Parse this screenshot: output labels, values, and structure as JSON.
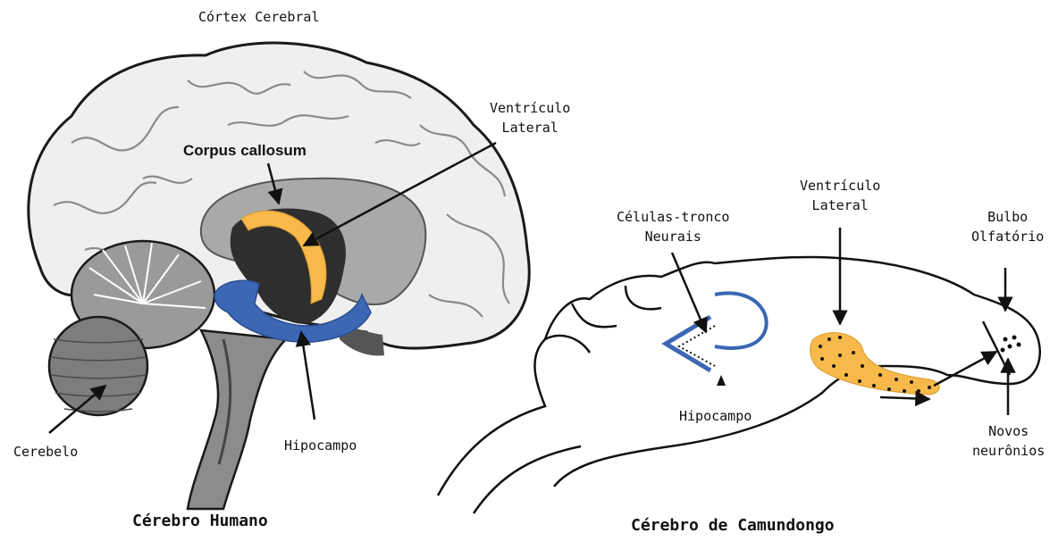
{
  "human": {
    "title": "Cérebro Humano",
    "labels": {
      "cortex": "Córtex Cerebral",
      "corpus_callosum": "Corpus callosum",
      "ventricle_line1": "Ventrículo",
      "ventricle_line2": "Lateral",
      "cerebellum": "Cerebelo",
      "hippocampus": "Hipocampo"
    }
  },
  "mouse": {
    "title": "Cérebro de Camundongo",
    "labels": {
      "stem_cells_line1": "Células-tronco",
      "stem_cells_line2": "Neurais",
      "ventricle_line1": "Ventrículo",
      "ventricle_line2": "Lateral",
      "bulb_line1": "Bulbo",
      "bulb_line2": "Olfatório",
      "hippocampus": "Hipocampo",
      "neurons_line1": "Novos",
      "neurons_line2": "neurônios"
    }
  },
  "colors": {
    "hippocampus": "#3b67b5",
    "corpus_callosum": "#f6b94a",
    "brain_fill": "#efefef",
    "outline": "#1a1a1a"
  }
}
